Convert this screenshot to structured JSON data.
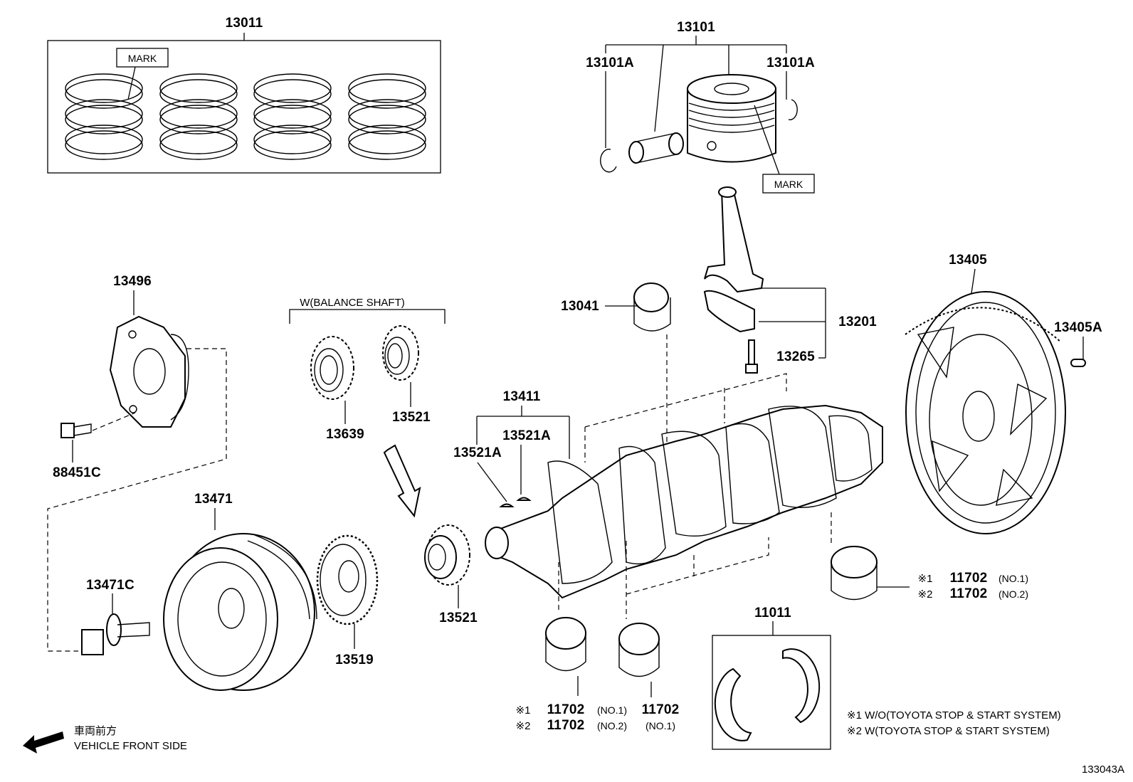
{
  "diagram": {
    "labels": {
      "piston_ring_set": "13011",
      "piston_set": "13101",
      "snap_ring_left": "13101A",
      "snap_ring_right": "13101A",
      "mark_rings": "MARK",
      "mark_piston": "MARK",
      "bearing_13041": "13041",
      "conrod": "13201",
      "conrod_bolt": "13265",
      "flywheel": "13405",
      "flywheel_pin": "13405A",
      "plate_13496": "13496",
      "bolt_88451c": "88451C",
      "balance_shaft_group": "W(BALANCE SHAFT)",
      "gear_13639": "13639",
      "gear_13521_top": "13521",
      "key_group": "13411",
      "key_13521a_right": "13521A",
      "key_13521a_left": "13521A",
      "pulley_13471": "13471",
      "bolt_13471c": "13471C",
      "gear_13519": "13519",
      "gear_13521_bottom": "13521",
      "thrust_washer_set": "11011",
      "bearing_right_main": "11702",
      "bearing_right_no1": "(NO.1)",
      "bearing_right_alt": "11702",
      "bearing_right_no2": "(NO.2)",
      "bearing_bottom_left": "11702",
      "bearing_bottom_left_no1": "(NO.1)",
      "bearing_bottom_left_alt": "11702",
      "bearing_bottom_left_no2": "(NO.2)",
      "bearing_bottom_mid": "11702",
      "bearing_bottom_mid_no1": "(NO.1)",
      "mark1": "※1",
      "mark2": "※2"
    },
    "legend": {
      "note1": "※1  W/O(TOYOTA STOP & START SYSTEM)",
      "note2": "※2  W(TOYOTA STOP & START SYSTEM)"
    },
    "direction": {
      "jp": "車両前方",
      "en": "VEHICLE FRONT SIDE"
    },
    "illustration_id": "133043A"
  }
}
